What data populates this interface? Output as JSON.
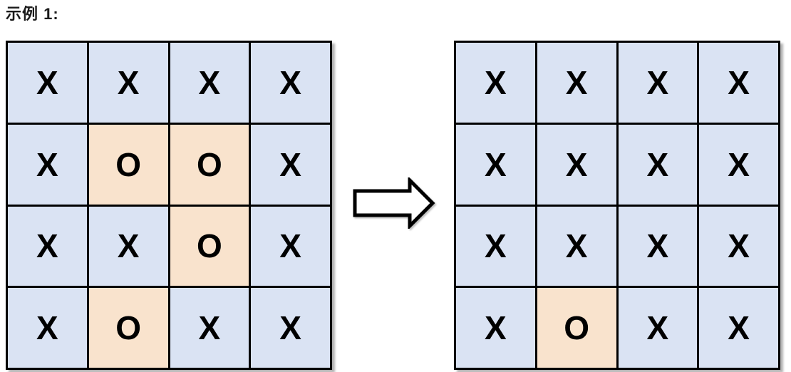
{
  "title": "示例 1:",
  "colors": {
    "x_fill": "#dae3f3",
    "o_fill": "#f9e3cd",
    "border": "#000000",
    "title": "#1a1a1a",
    "arrow_fill": "#ffffff",
    "arrow_stroke": "#000000"
  },
  "left_grid": {
    "name": "input-board",
    "rows": [
      [
        "X",
        "X",
        "X",
        "X"
      ],
      [
        "X",
        "O",
        "O",
        "X"
      ],
      [
        "X",
        "X",
        "O",
        "X"
      ],
      [
        "X",
        "O",
        "X",
        "X"
      ]
    ]
  },
  "right_grid": {
    "name": "output-board",
    "rows": [
      [
        "X",
        "X",
        "X",
        "X"
      ],
      [
        "X",
        "X",
        "X",
        "X"
      ],
      [
        "X",
        "X",
        "X",
        "X"
      ],
      [
        "X",
        "O",
        "X",
        "X"
      ]
    ]
  },
  "arrow": {
    "label": "transforms-to"
  }
}
